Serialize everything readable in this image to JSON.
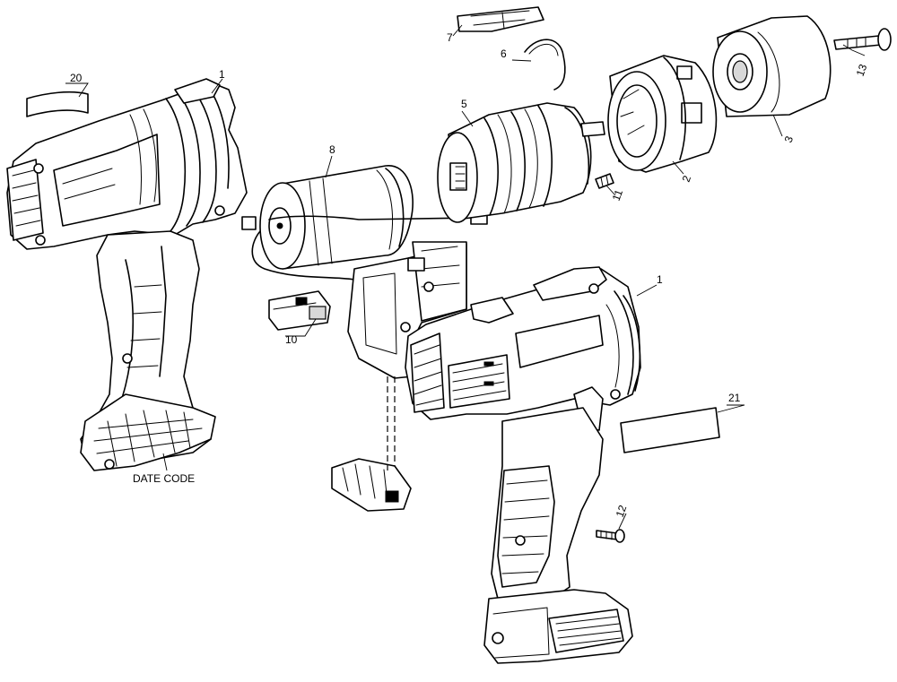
{
  "callouts": {
    "c1": "1",
    "c2": "2",
    "c3": "3",
    "c5": "5",
    "c6": "6",
    "c7": "7",
    "c8": "8",
    "c10": "10",
    "c11": "11",
    "c12": "12",
    "c13": "13",
    "c20": "20",
    "c21": "21"
  },
  "labels": {
    "date_code": "DATE CODE"
  }
}
